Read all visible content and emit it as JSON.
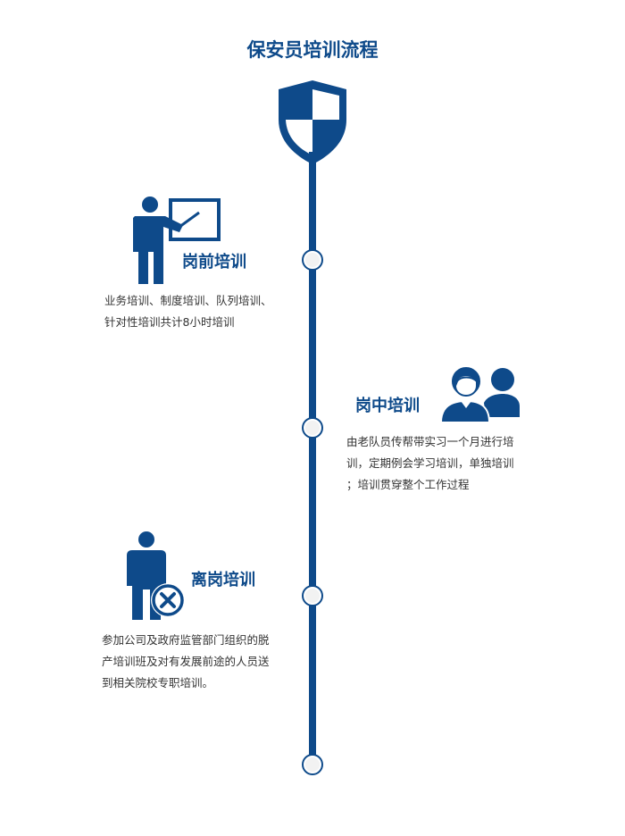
{
  "title": "保安员培训流程",
  "accent_color": "#0e4a8a",
  "steps": [
    {
      "heading": "岗前培训",
      "icon": "teacher-board-icon",
      "lines": [
        "业务培训、制度培训、队列培训、",
        "针对性培训共计8小时培训"
      ]
    },
    {
      "heading": "岗中培训",
      "icon": "two-people-icon",
      "lines": [
        "由老队员传帮带实习一个月进行培",
        "训，定期例会学习培训，单独培训",
        "；培训贯穿整个工作过程"
      ]
    },
    {
      "heading": "离岗培训",
      "icon": "person-cancel-icon",
      "lines": [
        "参加公司及政府监管部门组织的脱",
        "产培训班及对有发展前途的人员送",
        "到相关院校专职培训。"
      ]
    }
  ]
}
